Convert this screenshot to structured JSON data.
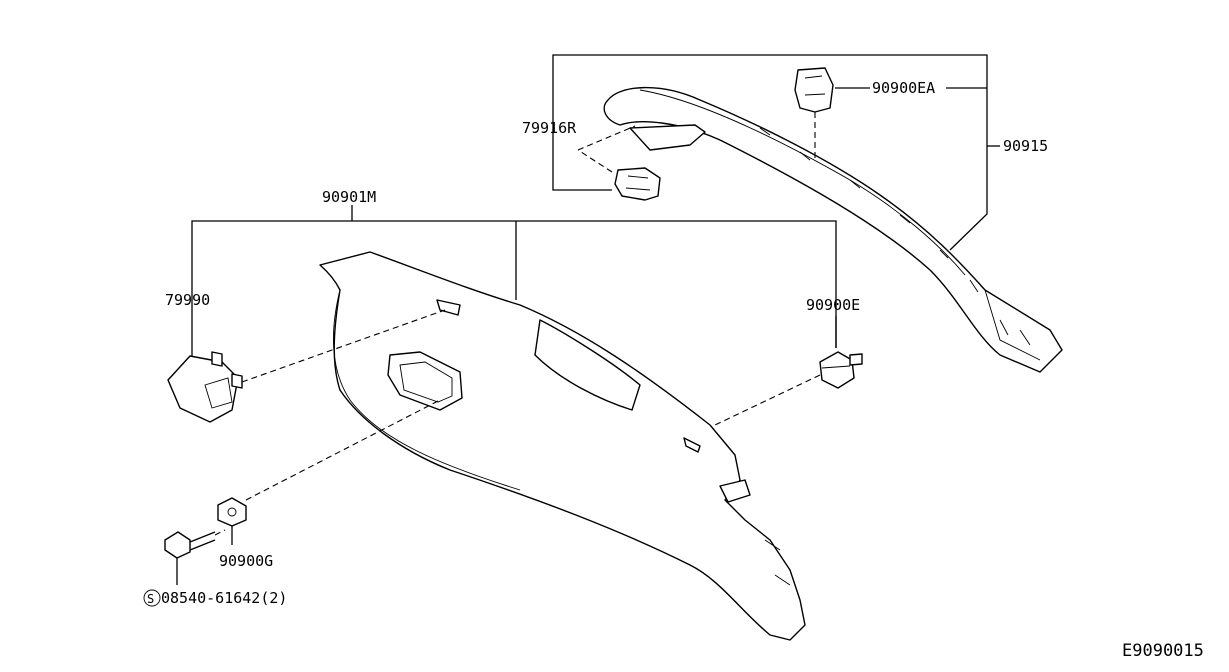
{
  "labels": {
    "p90915": "90915",
    "p90900EA": "90900EA",
    "p79916R": "79916R",
    "p90901M": "90901M",
    "p79990": "79990",
    "p90900E": "90900E",
    "p90900G": "90900G",
    "screw_code": "08540-61642(2)",
    "screw_symbol": "S"
  },
  "reference_code": "E9090015"
}
